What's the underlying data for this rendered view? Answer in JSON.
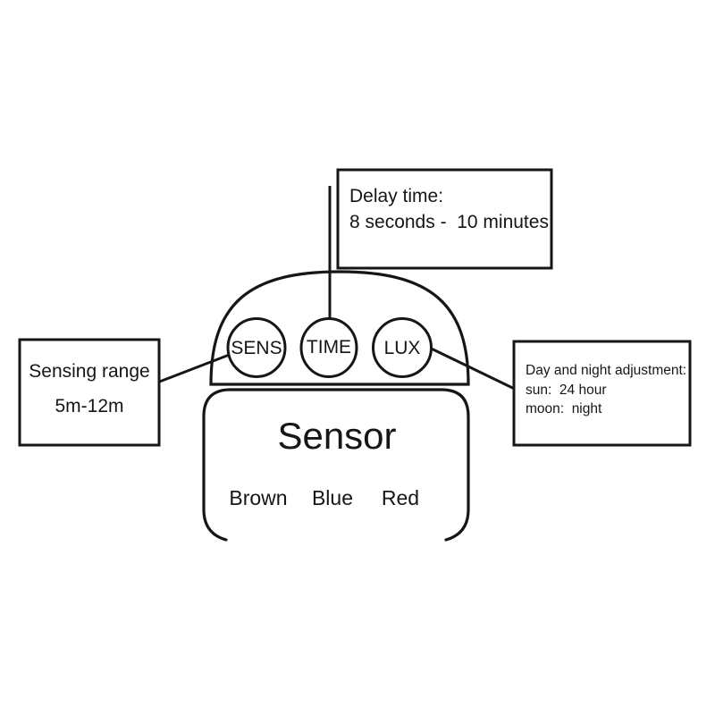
{
  "colors": {
    "ink": "#161616",
    "background": "#ffffff"
  },
  "device": {
    "name": "Sensor",
    "knobs": [
      {
        "id": "sens",
        "label": "SENS"
      },
      {
        "id": "time",
        "label": "TIME"
      },
      {
        "id": "lux",
        "label": "LUX"
      }
    ],
    "wires": [
      {
        "label": "Brown"
      },
      {
        "label": "Blue"
      },
      {
        "label": "Red"
      }
    ]
  },
  "annotations": {
    "delay": {
      "title": "Delay time:",
      "value": "8 seconds -  10 minutes"
    },
    "sensing": {
      "title": "Sensing range",
      "value": "5m-12m"
    },
    "daynight": {
      "title": "Day and night adjustment:",
      "sun": "sun:  24 hour",
      "moon": "moon:  night"
    }
  }
}
